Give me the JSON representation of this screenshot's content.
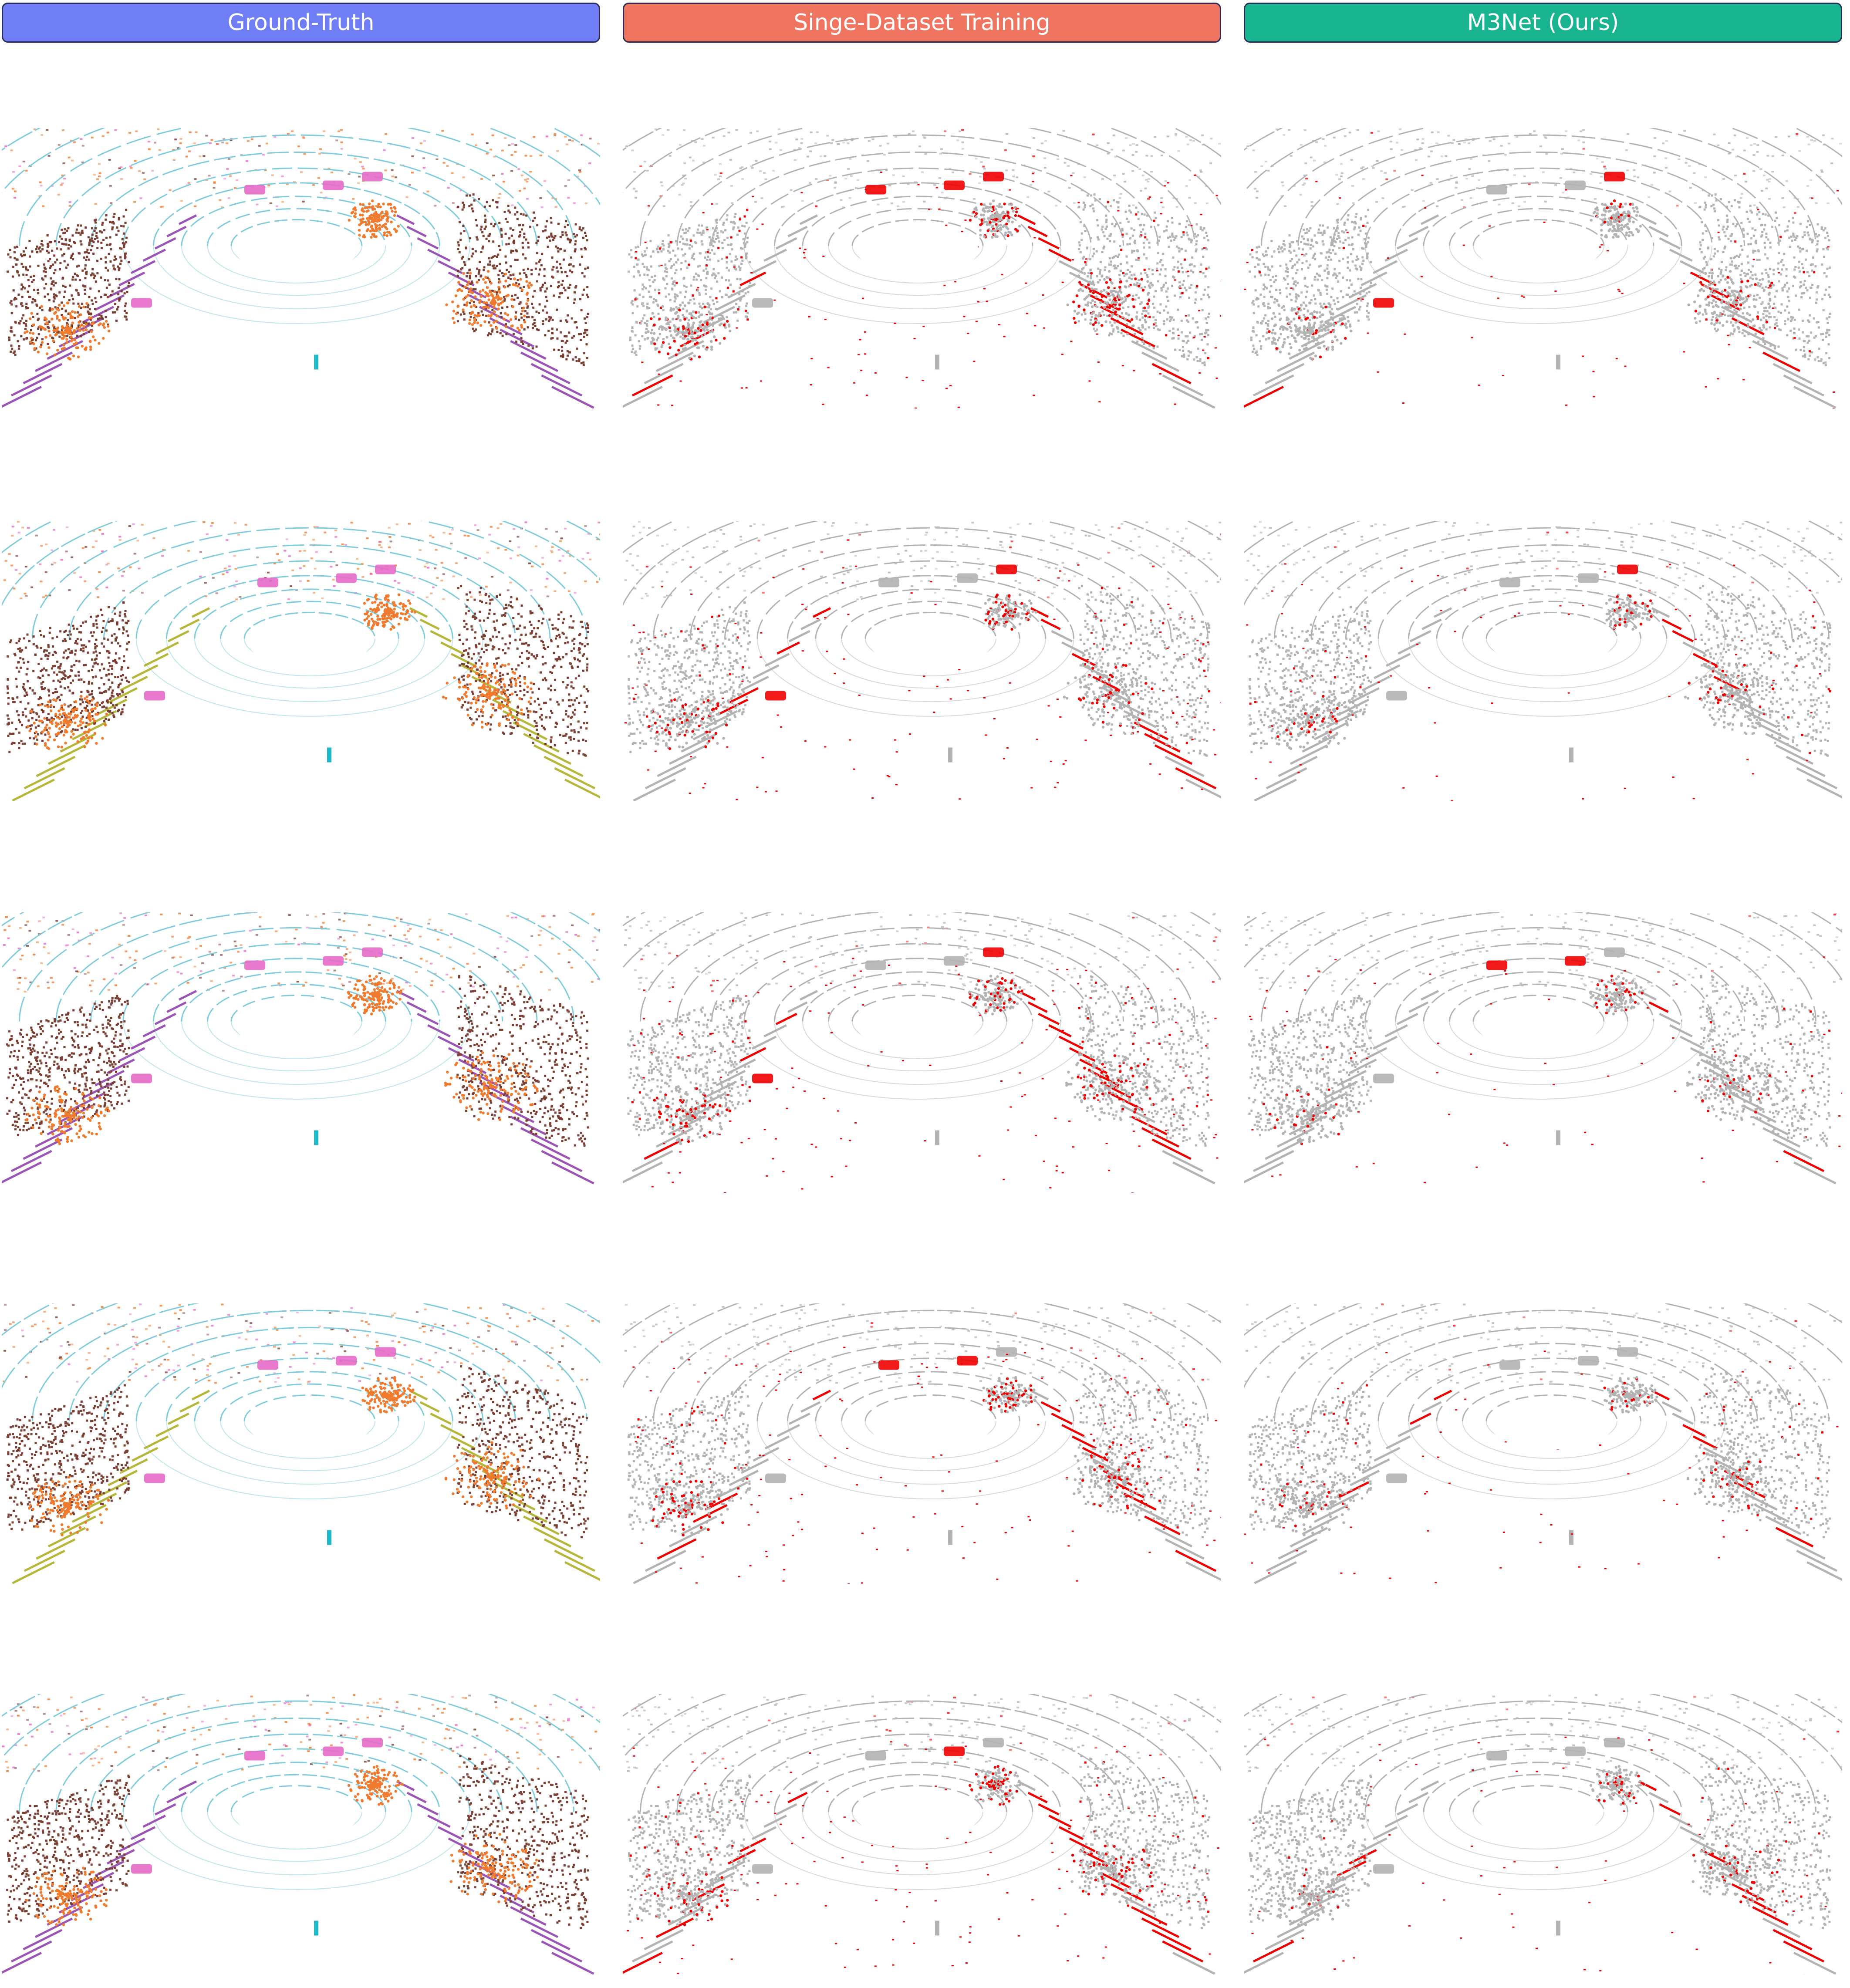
{
  "columns": [
    {
      "key": "gt",
      "title": "Ground-Truth",
      "color": "#6f7ef5",
      "mode": "gt"
    },
    {
      "key": "single",
      "title": "Singe-Dataset Training",
      "color": "#f07561",
      "mode": "err",
      "errorDensity": 1.0
    },
    {
      "key": "m3net",
      "title": "M3Net (Ours)",
      "color": "#17b48f",
      "mode": "err",
      "errorDensity": 0.45
    }
  ],
  "palette": {
    "road": "#80ccdc",
    "sidewalk": "#9b55b5",
    "building": "#7b3f34",
    "vegetation": "#f07a2e",
    "car": "#e66ac8",
    "terrain": "#b5b73a",
    "person": "#1fb8c9",
    "other": "#c9a0dc",
    "correct": "#b3b3b3",
    "error": "#f00000"
  },
  "scenes": [
    {
      "id": "scene-1",
      "variant": "street-walls"
    },
    {
      "id": "scene-2",
      "variant": "road-vegetation"
    },
    {
      "id": "scene-3",
      "variant": "buildings-close"
    },
    {
      "id": "scene-4",
      "variant": "crossing"
    },
    {
      "id": "scene-5",
      "variant": "tree-lined"
    }
  ]
}
